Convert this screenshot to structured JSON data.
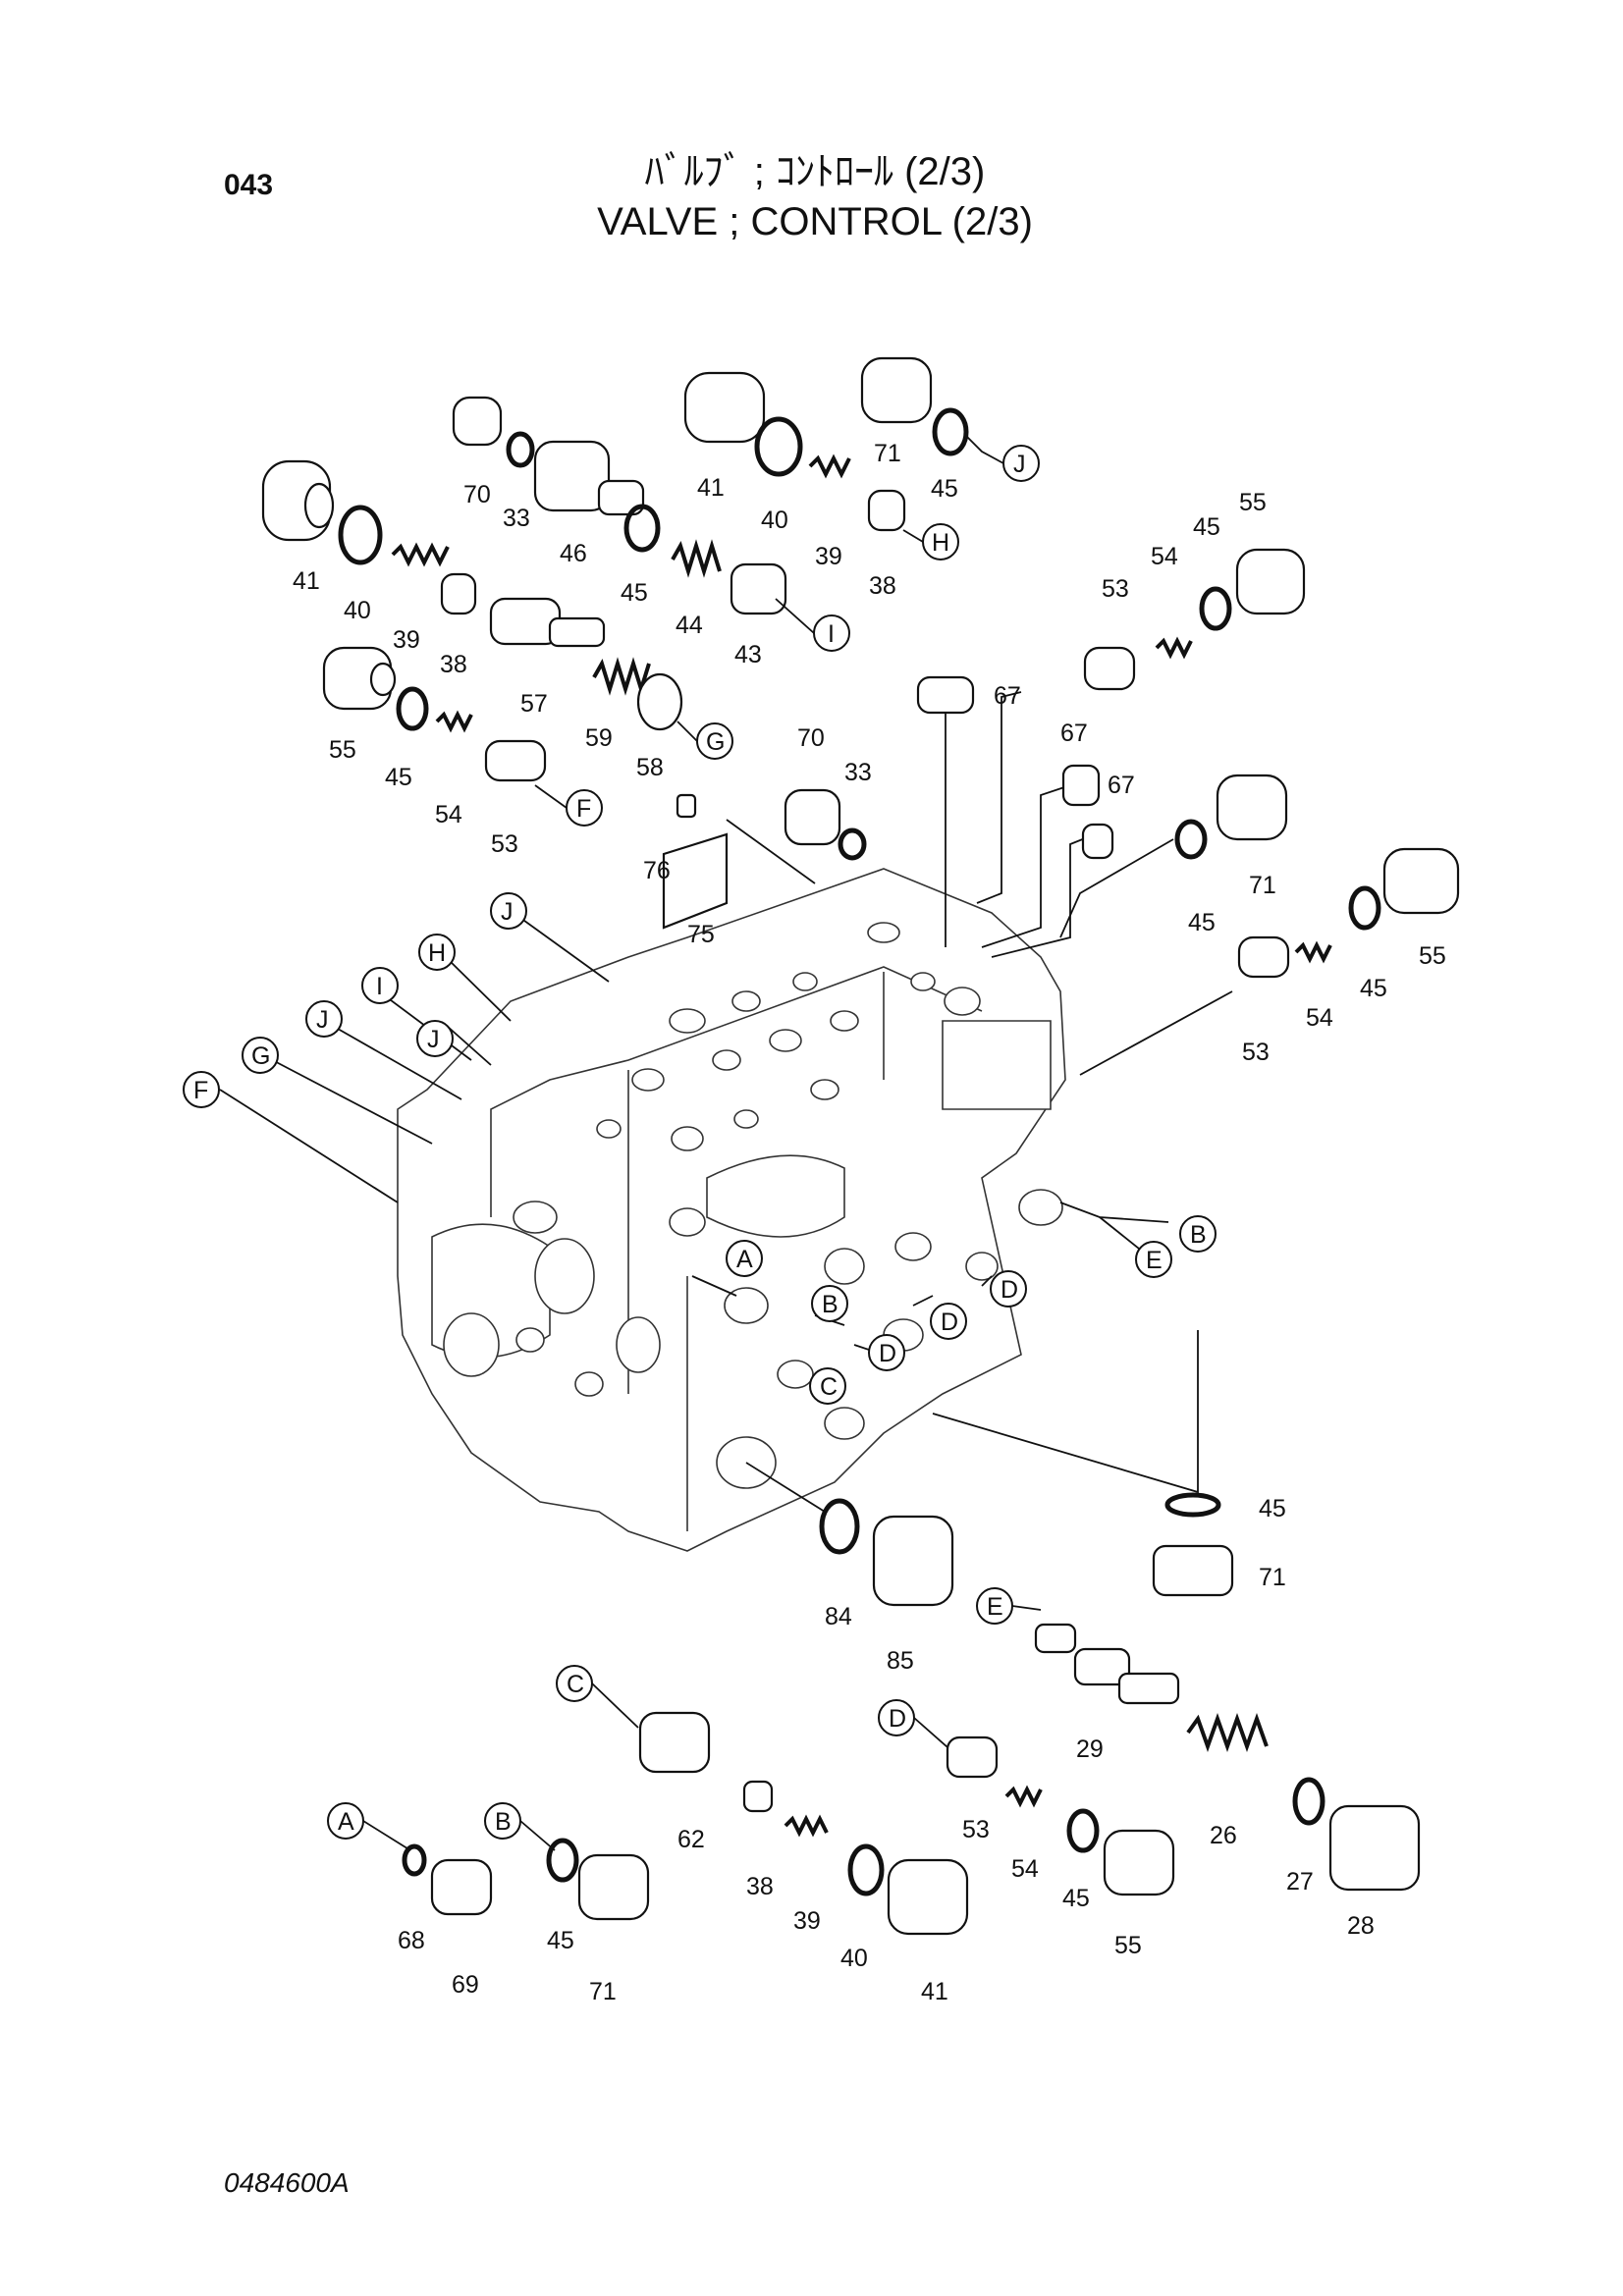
{
  "header": {
    "page_code": "043",
    "title_jp": "ﾊﾞﾙﾌﾞ ; ｺﾝﾄﾛｰﾙ (2/3)",
    "title_en": "VALVE ; CONTROL (2/3)"
  },
  "footer": {
    "drawing_no": "0484600A"
  },
  "callouts": {
    "top_left": [
      "41",
      "40",
      "39",
      "38",
      "57",
      "59",
      "58",
      "55",
      "45",
      "54",
      "53"
    ],
    "top_center": [
      "70",
      "33",
      "46",
      "45",
      "44",
      "43",
      "41",
      "40",
      "39",
      "38",
      "71",
      "45"
    ],
    "right": [
      "67",
      "67",
      "67",
      "53",
      "54",
      "45",
      "55",
      "70",
      "33",
      "76",
      "75",
      "71",
      "45",
      "55",
      "45",
      "54",
      "53"
    ],
    "middle": [
      "45",
      "71",
      "84",
      "85"
    ],
    "bottom": [
      "29",
      "26",
      "27",
      "28",
      "62",
      "38",
      "39",
      "40",
      "41",
      "53",
      "54",
      "45",
      "55",
      "68",
      "69",
      "45",
      "71"
    ]
  },
  "reference_letters": [
    "A",
    "B",
    "C",
    "D",
    "E",
    "F",
    "G",
    "H",
    "I",
    "J"
  ]
}
